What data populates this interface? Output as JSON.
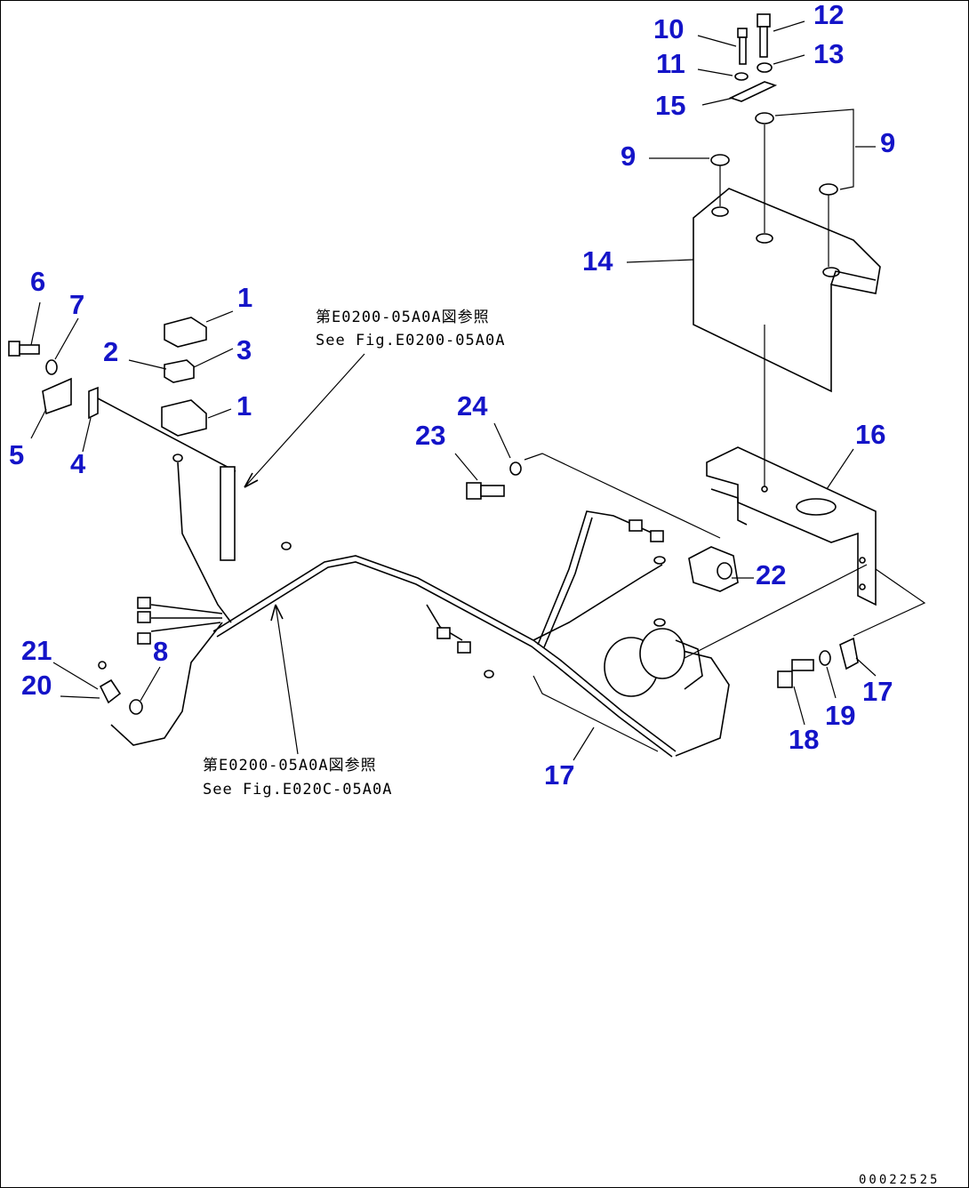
{
  "notes": {
    "upper_jp": "第E0200-05A0A図参照",
    "upper_en": "See Fig.E0200-05A0A",
    "lower_jp": "第E0200-05A0A図参照",
    "lower_en": "See Fig.E020C-05A0A"
  },
  "document_id": "00022525",
  "callouts": [
    {
      "id": "c10",
      "label": "10"
    },
    {
      "id": "c12",
      "label": "12"
    },
    {
      "id": "c11",
      "label": "11"
    },
    {
      "id": "c13",
      "label": "13"
    },
    {
      "id": "c15",
      "label": "15"
    },
    {
      "id": "c9a",
      "label": "9"
    },
    {
      "id": "c9b",
      "label": "9"
    },
    {
      "id": "c14",
      "label": "14"
    },
    {
      "id": "c6",
      "label": "6"
    },
    {
      "id": "c7",
      "label": "7"
    },
    {
      "id": "c1a",
      "label": "1"
    },
    {
      "id": "c2",
      "label": "2"
    },
    {
      "id": "c3",
      "label": "3"
    },
    {
      "id": "c1b",
      "label": "1"
    },
    {
      "id": "c5",
      "label": "5"
    },
    {
      "id": "c4",
      "label": "4"
    },
    {
      "id": "c24",
      "label": "24"
    },
    {
      "id": "c23",
      "label": "23"
    },
    {
      "id": "c16",
      "label": "16"
    },
    {
      "id": "c22",
      "label": "22"
    },
    {
      "id": "c21",
      "label": "21"
    },
    {
      "id": "c8",
      "label": "8"
    },
    {
      "id": "c20",
      "label": "20"
    },
    {
      "id": "c17a",
      "label": "17"
    },
    {
      "id": "c19",
      "label": "19"
    },
    {
      "id": "c18",
      "label": "18"
    },
    {
      "id": "c17b",
      "label": "17"
    }
  ]
}
